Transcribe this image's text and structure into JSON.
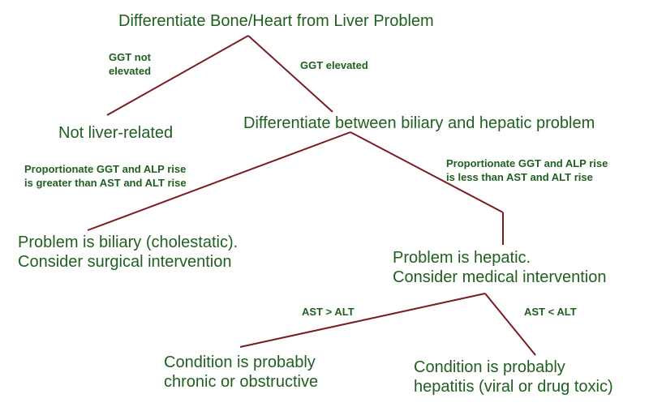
{
  "colors": {
    "text": "#1f5f1f",
    "connector": "#7a1c22",
    "background": "#ffffff"
  },
  "nodes": {
    "root": "Differentiate Bone/Heart from Liver Problem",
    "not_liver": "Not liver-related",
    "biliary_vs_hepatic": "Differentiate between biliary and hepatic problem",
    "biliary": [
      "Problem is biliary (cholestatic).",
      "Consider surgical intervention"
    ],
    "hepatic": [
      "Problem is hepatic.",
      "Consider medical intervention"
    ],
    "chronic": [
      "Condition is probably",
      "chronic or obstructive"
    ],
    "hepatitis": [
      "Condition is probably",
      "hepatitis (viral or drug toxic)"
    ]
  },
  "edge_labels": {
    "ggt_not_elevated": [
      "GGT not",
      "elevated"
    ],
    "ggt_elevated": "GGT elevated",
    "ggt_alp_greater": [
      "Proportionate GGT and ALP rise",
      "is greater than AST and ALT rise"
    ],
    "ggt_alp_less": [
      "Proportionate GGT and ALP rise",
      "is less than AST and ALT rise"
    ],
    "ast_gt_alt": "AST > ALT",
    "ast_lt_alt": "AST < ALT"
  }
}
